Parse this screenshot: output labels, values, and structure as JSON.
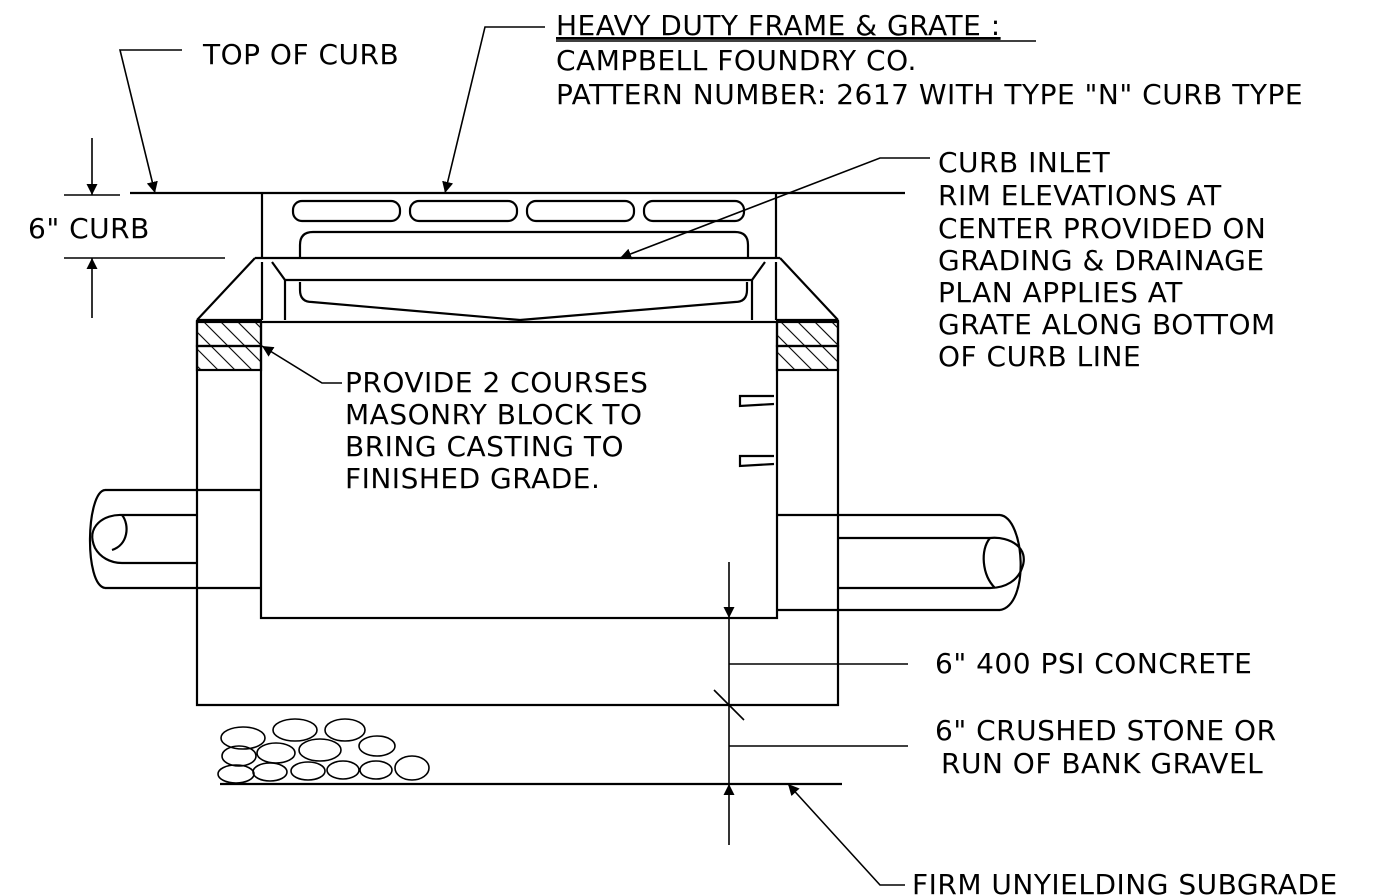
{
  "labels": {
    "top_of_curb": "TOP OF CURB",
    "curb_height": "6\" CURB",
    "frame_title": "HEAVY DUTY FRAME & GRATE :",
    "frame_line2": "CAMPBELL FOUNDRY CO.",
    "frame_line3": "PATTERN NUMBER: 2617 WITH TYPE \"N\" CURB TYPE",
    "inlet_line1": "CURB INLET",
    "inlet_line2": "RIM ELEVATIONS AT",
    "inlet_line3": "CENTER PROVIDED ON",
    "inlet_line4": "GRADING & DRAINAGE",
    "inlet_line5": "PLAN APPLIES AT",
    "inlet_line6": "GRATE ALONG BOTTOM",
    "inlet_line7": "OF CURB LINE",
    "masonry_line1": "PROVIDE 2 COURSES",
    "masonry_line2": "MASONRY BLOCK  TO",
    "masonry_line3": "BRING CASTING TO",
    "masonry_line4": "FINISHED GRADE.",
    "concrete": "6\" 400 PSI CONCRETE",
    "stone_line1": "6\" CRUSHED STONE OR",
    "stone_line2": "RUN OF BANK GRAVEL",
    "subgrade": "FIRM UNYIELDING SUBGRADE"
  }
}
